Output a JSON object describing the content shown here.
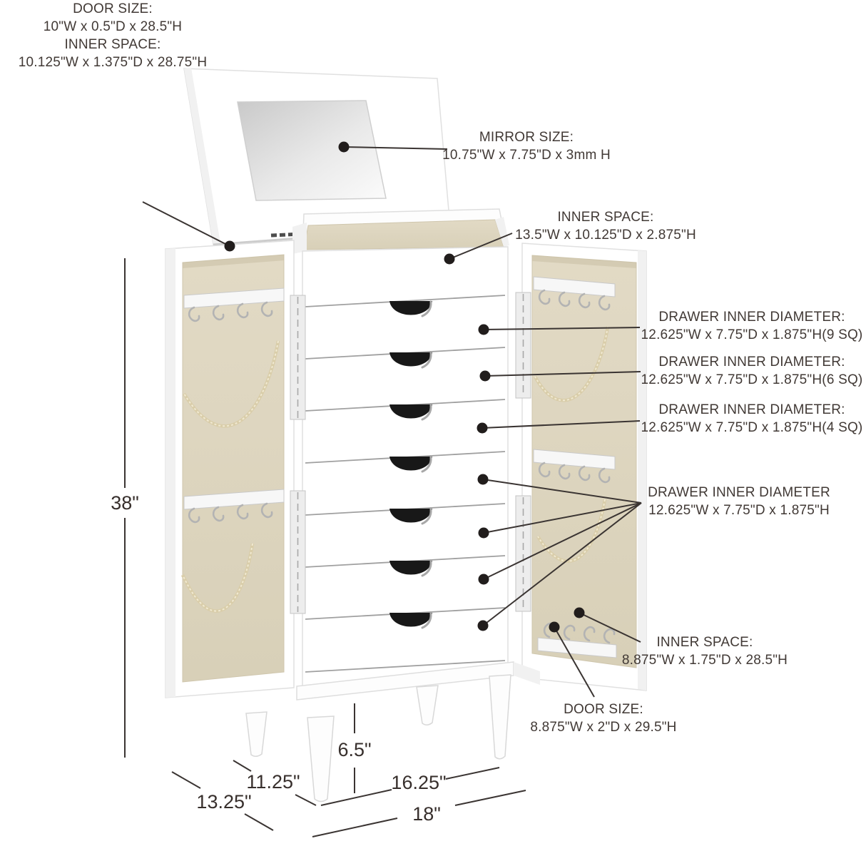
{
  "diagram": {
    "subject": "jewelry armoire dimension diagram",
    "callouts": {
      "door_top": {
        "title": "DOOR SIZE:",
        "value": "10\"W x 0.5\"D x 28.5\"H"
      },
      "inner_top_left": {
        "title": "INNER SPACE:",
        "value": "10.125\"W x 1.375\"D x 28.75\"H"
      },
      "mirror": {
        "title": "MIRROR SIZE:",
        "value": "10.75\"W x 7.75\"D x 3mm H"
      },
      "inner_top": {
        "title": "INNER SPACE:",
        "value": "13.5\"W x 10.125\"D x 2.875\"H"
      },
      "drawer_9sq": {
        "title": "DRAWER INNER DIAMETER:",
        "value": "12.625\"W x 7.75\"D x 1.875\"H(9 SQ)"
      },
      "drawer_6sq": {
        "title": "DRAWER INNER DIAMETER:",
        "value": "12.625\"W x 7.75\"D x 1.875\"H(6 SQ)"
      },
      "drawer_4sq": {
        "title": "DRAWER INNER DIAMETER:",
        "value": "12.625\"W x 7.75\"D x 1.875\"H(4 SQ)"
      },
      "drawer_plain": {
        "title": "DRAWER INNER DIAMETER",
        "value": "12.625\"W x 7.75\"D x 1.875\"H"
      },
      "inner_side": {
        "title": "INNER SPACE:",
        "value": "8.875\"W x 1.75\"D x 28.5\"H"
      },
      "door_side": {
        "title": "DOOR SIZE:",
        "value": "8.875\"W x 2\"D x 29.5\"H"
      }
    },
    "dimensions": {
      "height": "38\"",
      "leg_height": "6.5\"",
      "side_depth": "11.25\"",
      "total_depth": "13.25\"",
      "front_width": "16.25\"",
      "total_width": "18\""
    },
    "palette": {
      "background": "#ffffff",
      "line_color": "#3a3432",
      "text_color": "#413935",
      "door_interior_beige": "#ddd5bf",
      "furniture_white": "#ffffff",
      "chain_cream": "#d9cda9",
      "drawer_cutout": "#181818"
    }
  }
}
